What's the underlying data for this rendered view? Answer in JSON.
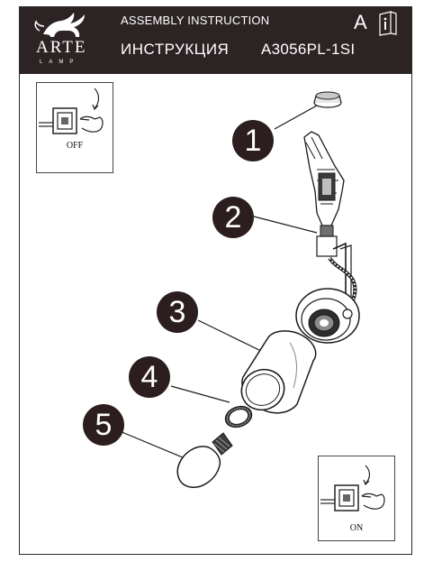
{
  "header": {
    "brand": "ARTE",
    "brand_sub": "LAMP",
    "title": "ASSEMBLY INSTRUCTION",
    "subtitle": "ИНСТРУКЦИЯ",
    "model": "A3056PL-1SI",
    "letter": "A"
  },
  "switch_off": {
    "label": "OFF"
  },
  "switch_on": {
    "label": "ON"
  },
  "steps": [
    "1",
    "2",
    "3",
    "4",
    "5"
  ],
  "colors": {
    "header_bg": "#2c2424",
    "step_badge": "#2c1e1e",
    "line": "#1a1a1a"
  }
}
